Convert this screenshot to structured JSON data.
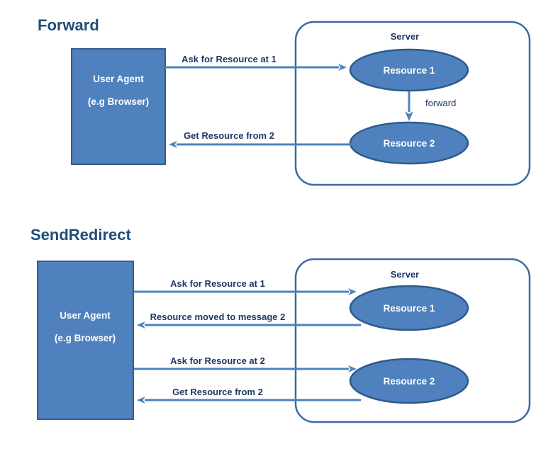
{
  "page": {
    "background_color": "#ffffff",
    "accent_fill": "#4E81BD",
    "accent_stroke": "#385D8A",
    "title_color": "#1F4E79",
    "label_color": "#1F3864"
  },
  "sections": [
    {
      "id": "forward",
      "title": "Forward",
      "agent": {
        "line1": "User Agent",
        "line2": "(e.g Browser)"
      },
      "server": {
        "label": "Server"
      },
      "resources": [
        {
          "label": "Resource 1"
        },
        {
          "label": "Resource 2"
        }
      ],
      "internal_arrow": {
        "label": "forward"
      },
      "messages": [
        {
          "label": "Ask for Resource at 1",
          "direction": "right"
        },
        {
          "label": "Get Resource from 2",
          "direction": "left"
        }
      ]
    },
    {
      "id": "sendredirect",
      "title": "SendRedirect",
      "agent": {
        "line1": "User Agent",
        "line2": "(e.g Browser)"
      },
      "server": {
        "label": "Server"
      },
      "resources": [
        {
          "label": "Resource 1"
        },
        {
          "label": "Resource 2"
        }
      ],
      "messages": [
        {
          "label": "Ask for Resource at 1",
          "direction": "right"
        },
        {
          "label": "Resource moved to message 2",
          "direction": "left"
        },
        {
          "label": "Ask for Resource at 2",
          "direction": "right"
        },
        {
          "label": "Get Resource from 2",
          "direction": "left"
        }
      ]
    }
  ]
}
